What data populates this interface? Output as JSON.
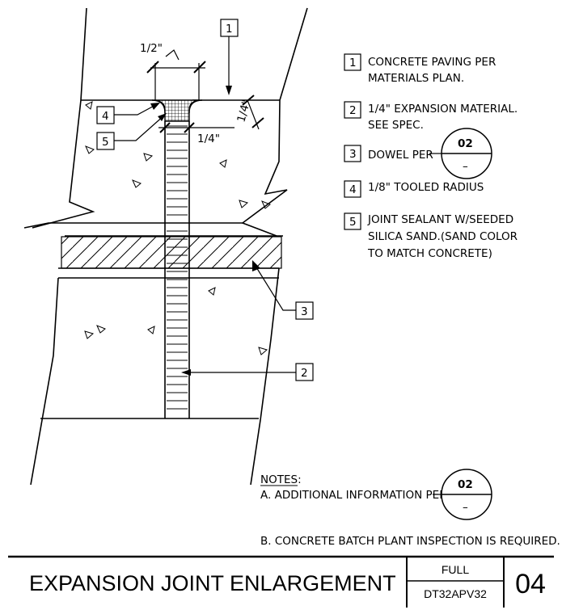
{
  "dimensions": {
    "half_inch": "1/2\"",
    "quarter_inch_top": "1/4\"",
    "quarter_inch_bottom": "1/4\""
  },
  "callouts": {
    "c1": "1",
    "c2_main": "2",
    "c3_main": "3",
    "c4": "4",
    "c5": "5"
  },
  "legend": [
    {
      "num": "1",
      "lines": [
        "CONCRETE PAVING PER",
        "MATERIALS PLAN."
      ]
    },
    {
      "num": "2",
      "lines": [
        "1/4\" EXPANSION MATERIAL.",
        "SEE SPEC."
      ]
    },
    {
      "num": "3",
      "lines": [
        "DOWEL PER"
      ]
    },
    {
      "num": "4",
      "lines": [
        "1/8\" TOOLED RADIUS"
      ]
    },
    {
      "num": "5",
      "lines": [
        "JOINT SEALANT W/SEEDED",
        "SILICA SAND.(SAND COLOR",
        "TO MATCH CONCRETE)"
      ]
    }
  ],
  "dowel_ref": {
    "top": "02",
    "bottom": "–"
  },
  "notes": {
    "heading": "NOTES:",
    "a": "A. ADDITIONAL INFORMATION PER",
    "a_ref_top": "02",
    "a_ref_bottom": "–",
    "b": "B. CONCRETE BATCH PLANT INSPECTION IS REQUIRED."
  },
  "title_block": {
    "title": "EXPANSION JOINT ENLARGEMENT",
    "scale": "FULL",
    "code": "DT32APV32",
    "detail_no": "04"
  }
}
